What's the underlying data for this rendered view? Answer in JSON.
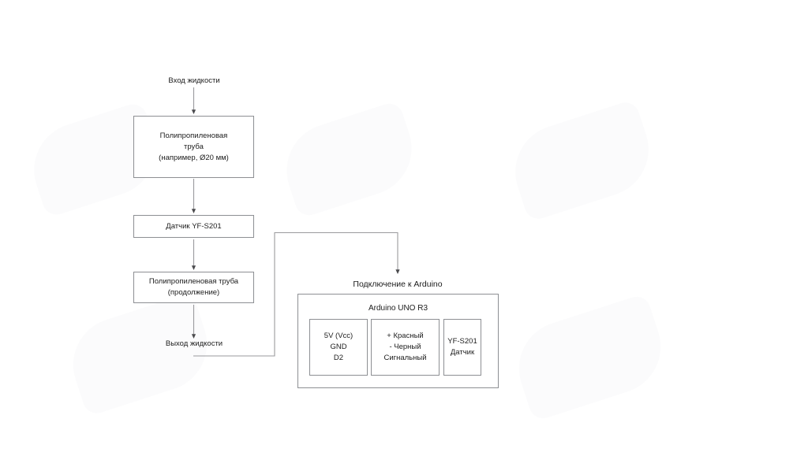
{
  "diagram": {
    "title_label": "Подключение к Arduino",
    "flow": {
      "inlet_label": "Вход жидкости",
      "pipe_main": "Полипропиленовая\nтруба\n(например, Ø20 мм)",
      "sensor": "Датчик YF-S201",
      "pipe_cont": "Полипропиленовая труба\n(продолжение)",
      "outlet_label": "Выход жидкости"
    },
    "arduino": {
      "board_label": "Arduino UNO R3",
      "pins": [
        {
          "name": "pins",
          "text": "5V (Vcc)\nGND\nD2"
        },
        {
          "name": "wires",
          "text": "+ Красный\n- Черный\nСигнальный"
        },
        {
          "name": "sensor",
          "text": "YF-S201\nДатчик"
        }
      ]
    },
    "colors": {
      "stroke": "#8d8f93",
      "text": "#1c1c1c",
      "background": "#ffffff",
      "watermark": "#fbfbfc"
    }
  }
}
